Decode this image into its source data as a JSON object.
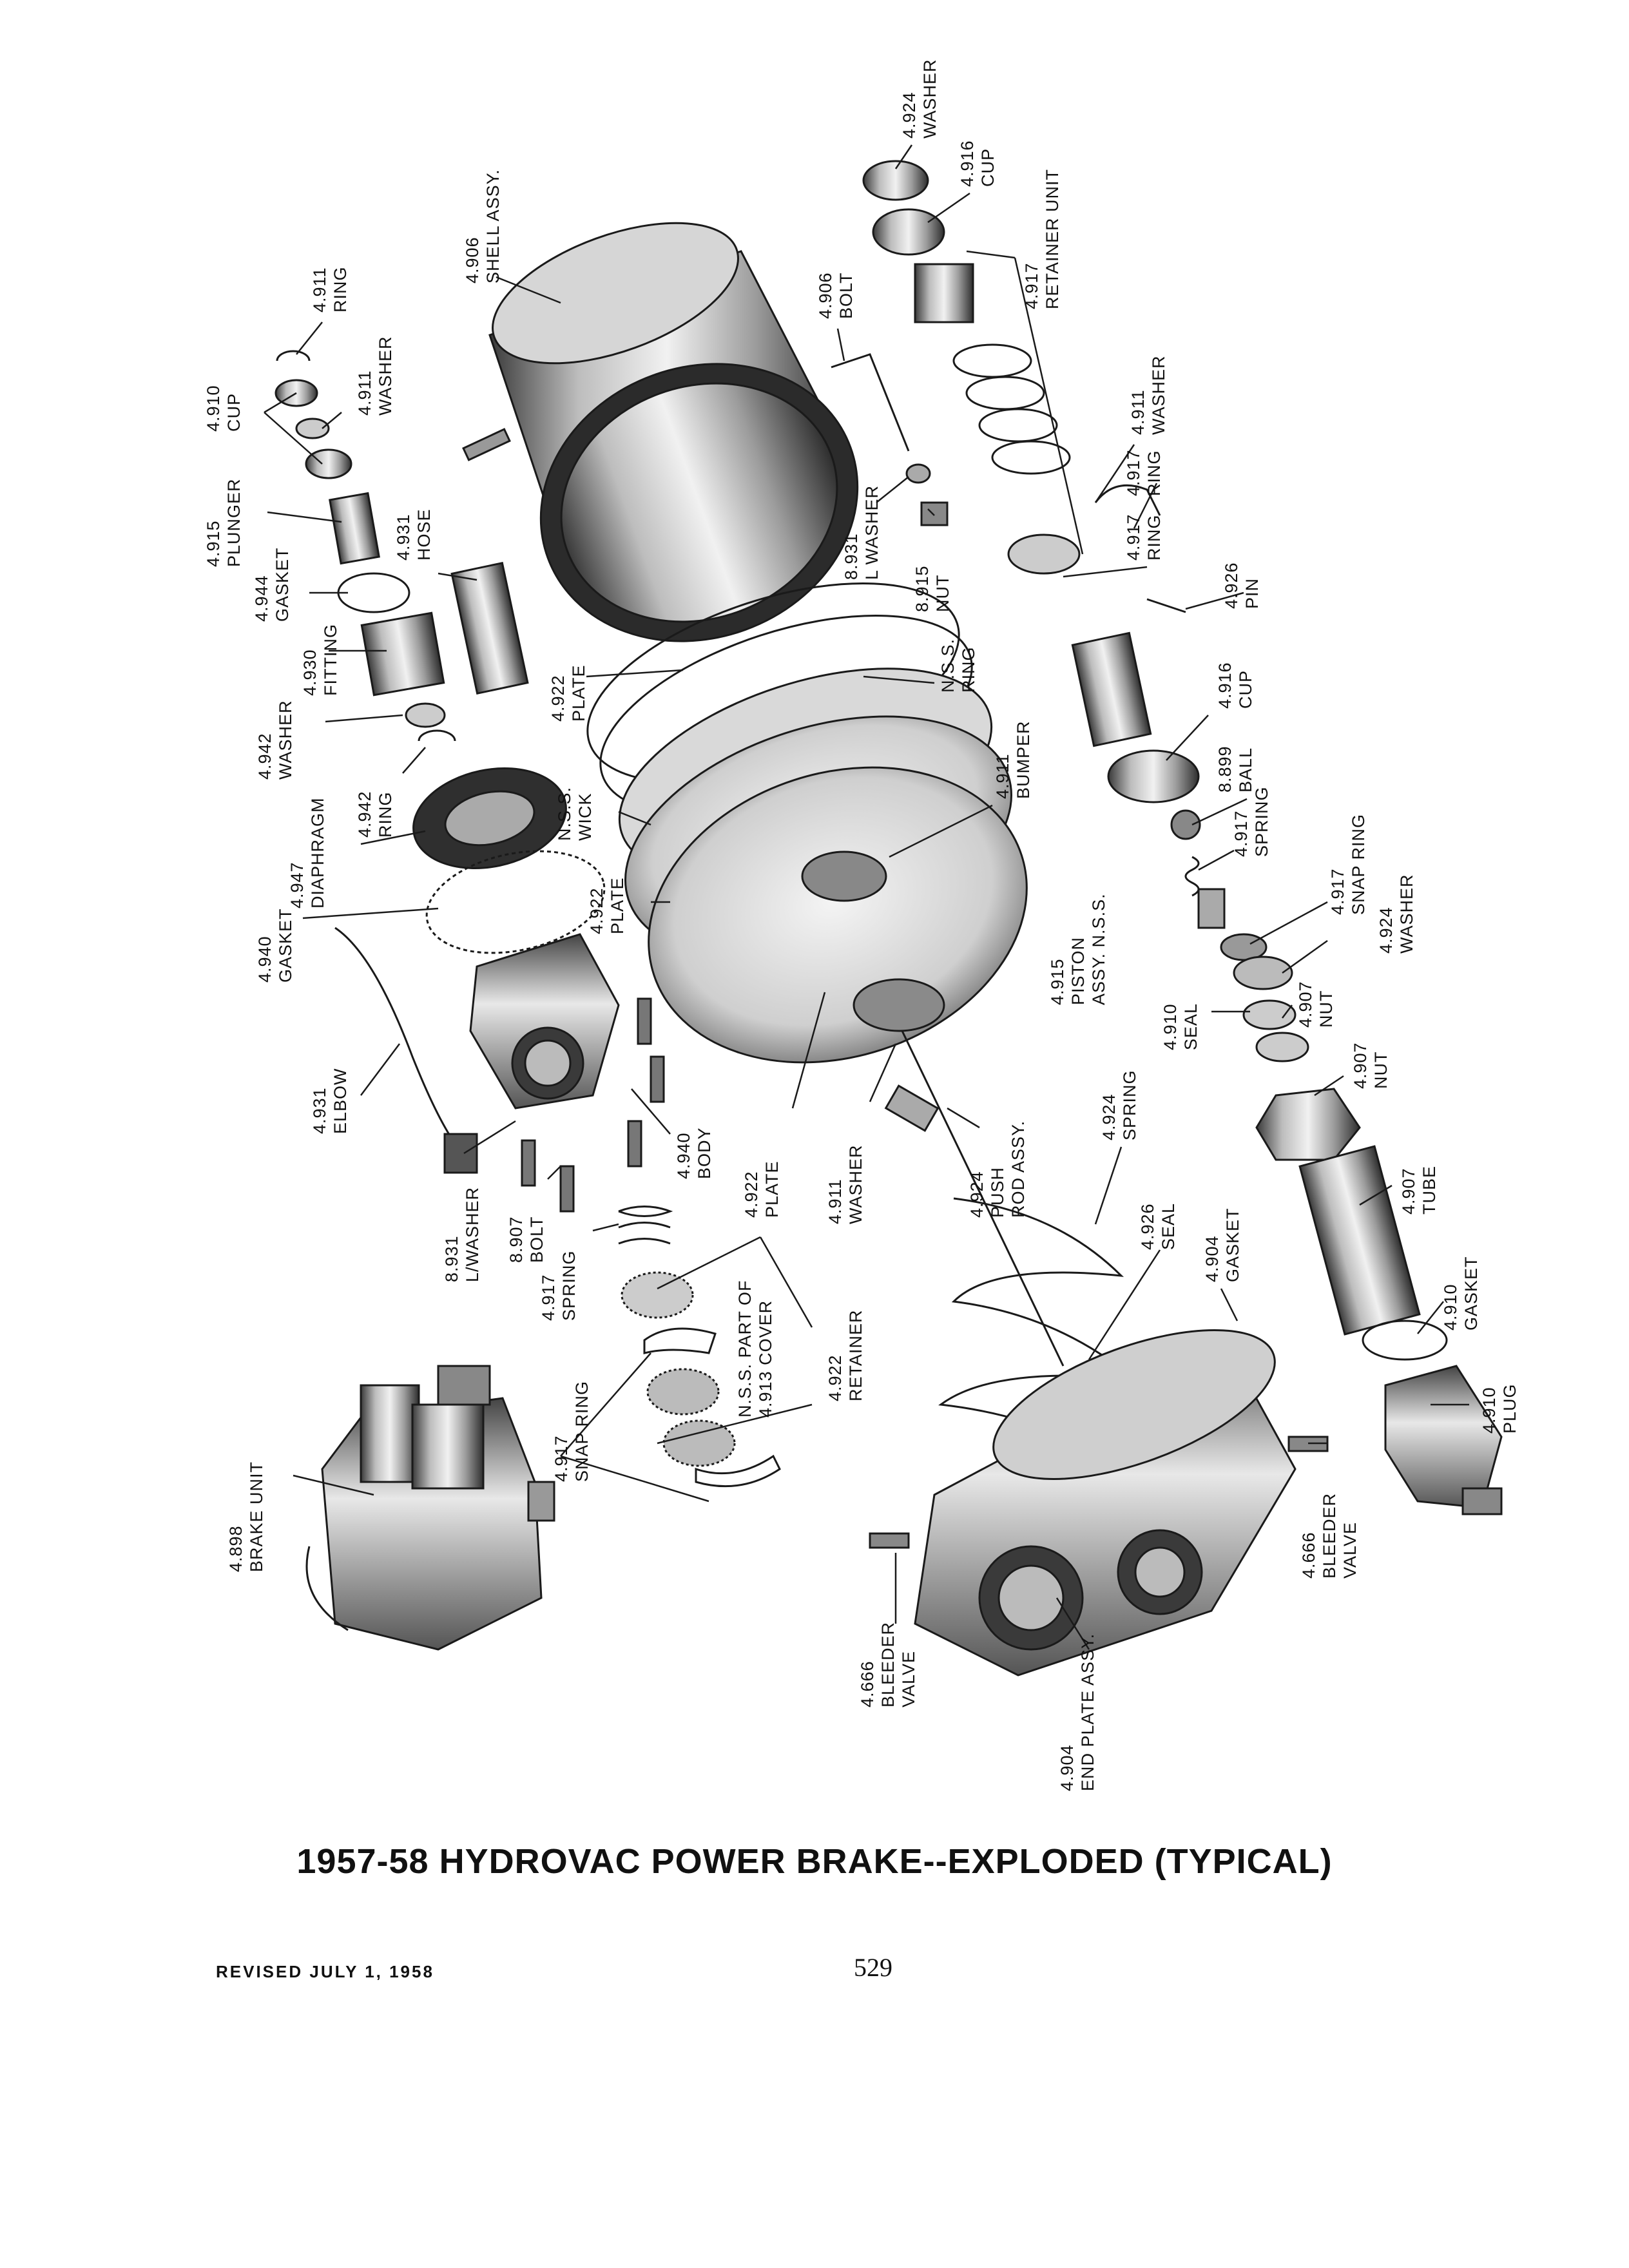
{
  "caption": "1957-58 HYDROVAC POWER BRAKE--EXPLODED (TYPICAL)",
  "footer": {
    "revised": "REVISED JULY 1, 1958",
    "page_number": "529"
  },
  "callouts": [
    {
      "id": "shell-assy",
      "num": "4.906",
      "name": "SHELL ASSY."
    },
    {
      "id": "bolt-4906",
      "num": "4.906",
      "name": "BOLT"
    },
    {
      "id": "washer-4924-top",
      "num": "4.924",
      "name": "WASHER"
    },
    {
      "id": "cup-4916-top",
      "num": "4.916",
      "name": "CUP"
    },
    {
      "id": "retainer-unit",
      "num": "4.917",
      "name": "RETAINER UNIT"
    },
    {
      "id": "washer-4911-right",
      "num": "4.911",
      "name": "WASHER"
    },
    {
      "id": "ring-4917-a",
      "num": "4.917",
      "name": "RING"
    },
    {
      "id": "ring-4917-b",
      "num": "4.917",
      "name": "RING"
    },
    {
      "id": "pin-4926",
      "num": "4.926",
      "name": "PIN"
    },
    {
      "id": "cup-4916-mid",
      "num": "4.916",
      "name": "CUP"
    },
    {
      "id": "ball-8899",
      "num": "8.899",
      "name": "BALL"
    },
    {
      "id": "spring-4917-right",
      "num": "4.917",
      "name": "SPRING"
    },
    {
      "id": "snap-ring-4917-right",
      "num": "4.917",
      "name": "SNAP RING"
    },
    {
      "id": "washer-4924-right",
      "num": "4.924",
      "name": "WASHER"
    },
    {
      "id": "nut-4907-a",
      "num": "4.907",
      "name": "NUT"
    },
    {
      "id": "nut-4907-b",
      "num": "4.907",
      "name": "NUT"
    },
    {
      "id": "seal-4910",
      "num": "4.910",
      "name": "SEAL"
    },
    {
      "id": "tube-4907",
      "num": "4.907",
      "name": "TUBE"
    },
    {
      "id": "gasket-4910",
      "num": "4.910",
      "name": "GASKET"
    },
    {
      "id": "plug-4910",
      "num": "4.910",
      "name": "PLUG"
    },
    {
      "id": "bleeder-valve-right",
      "num": "4.666",
      "name": "BLEEDER",
      "name2": "VALVE"
    },
    {
      "id": "ring-4911",
      "num": "4.911",
      "name": "RING"
    },
    {
      "id": "washer-4911-left",
      "num": "4.911",
      "name": "WASHER"
    },
    {
      "id": "cup-4910",
      "num": "4.910",
      "name": "CUP"
    },
    {
      "id": "plunger-4915",
      "num": "4.915",
      "name": "PLUNGER"
    },
    {
      "id": "hose-4931",
      "num": "4.931",
      "name": "HOSE"
    },
    {
      "id": "gasket-4944",
      "num": "4.944",
      "name": "GASKET"
    },
    {
      "id": "fitting-4930",
      "num": "4.930",
      "name": "FITTING"
    },
    {
      "id": "washer-4942",
      "num": "4.942",
      "name": "WASHER"
    },
    {
      "id": "ring-4942",
      "num": "4.942",
      "name": "RING"
    },
    {
      "id": "diaphragm-4947",
      "num": "4.947",
      "name": "DIAPHRAGM"
    },
    {
      "id": "gasket-4940",
      "num": "4.940",
      "name": "GASKET"
    },
    {
      "id": "elbow-4931",
      "num": "4.931",
      "name": "ELBOW"
    },
    {
      "id": "body-4940",
      "num": "4.940",
      "name": "BODY"
    },
    {
      "id": "lwasher-8931-left",
      "num": "8.931",
      "name": "L/WASHER"
    },
    {
      "id": "bolt-8907",
      "num": "8.907",
      "name": "BOLT"
    },
    {
      "id": "lwasher-8931-top",
      "num": "8.931",
      "name": "L WASHER"
    },
    {
      "id": "nut-8915",
      "num": "8.915",
      "name": "NUT"
    },
    {
      "id": "plate-4922-top",
      "num": "4.922",
      "name": "PLATE"
    },
    {
      "id": "ring-nss",
      "num": "N.S.S.",
      "name": "RING"
    },
    {
      "id": "wick-nss",
      "num": "N.S.S.",
      "name": "WICK"
    },
    {
      "id": "plate-4922-mid",
      "num": "4.922",
      "name": "PLATE"
    },
    {
      "id": "bumper-4911",
      "num": "4.911",
      "name": "BUMPER"
    },
    {
      "id": "piston-assy",
      "num": "4.915",
      "name": "PISTON",
      "name2": "ASSY. N.S.S."
    },
    {
      "id": "push-rod-assy",
      "num": "4.924",
      "name": "PUSH",
      "name2": "ROD ASSY."
    },
    {
      "id": "spring-4924",
      "num": "4.924",
      "name": "SPRING"
    },
    {
      "id": "seal-4926",
      "num": "4.926",
      "name": "SEAL"
    },
    {
      "id": "gasket-4904",
      "num": "4.904",
      "name": "GASKET"
    },
    {
      "id": "washer-4911-bottom",
      "num": "4.911",
      "name": "WASHER"
    },
    {
      "id": "plate-4922-bottom",
      "num": "4.922",
      "name": "PLATE"
    },
    {
      "id": "spring-4917-left",
      "num": "4.917",
      "name": "SPRING"
    },
    {
      "id": "cover-nss",
      "num": "N.S.S. PART OF",
      "name": "4.913 COVER"
    },
    {
      "id": "retainer-4922",
      "num": "4.922",
      "name": "RETAINER"
    },
    {
      "id": "snap-ring-4917-left",
      "num": "4.917",
      "name": "SNAP RING"
    },
    {
      "id": "brake-unit",
      "num": "4.898",
      "name": "BRAKE UNIT"
    },
    {
      "id": "bleeder-valve-left",
      "num": "4.666",
      "name": "BLEEDER",
      "name2": "VALVE"
    },
    {
      "id": "end-plate-assy",
      "num": "4.904",
      "name": "END PLATE ASSY."
    }
  ]
}
